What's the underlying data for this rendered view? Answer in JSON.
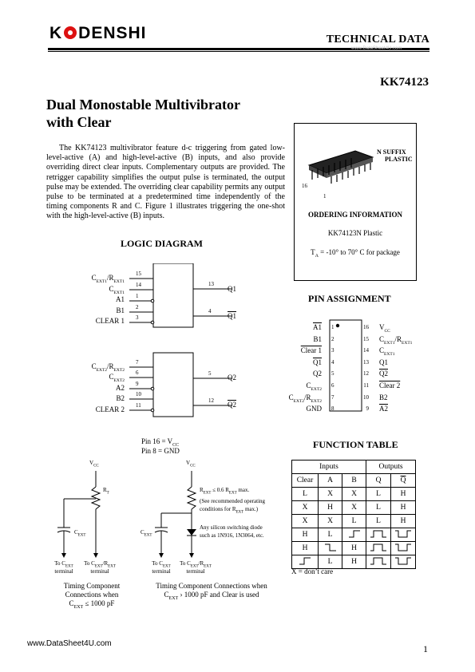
{
  "header": {
    "logo_left": "K",
    "logo_right": "DENSHI",
    "section": "TECHNICAL DATA",
    "watermark": "www.DataSheet4U.com",
    "part_number": "KK74123"
  },
  "title_line1": "Dual Monostable Multivibrator",
  "title_line2": "with Clear",
  "intro": "The KK74123 multivibrator feature d-c triggering from gated low-level-active (A) and high-level-active (B) inputs, and also provide overriding direct clear inputs. Complementary outputs are provided. The retrigger capability simplifies the output pulse is terminated, the output pulse may be extended. The overriding clear capability permits any output pulse to be terminated at a predetermined time independently of the timing components R and C. Figure 1 illustrates triggering the one-shot with the high-level-active (B) inputs.",
  "package": {
    "suffix_line1": "N SUFFIX",
    "suffix_line2": "PLASTIC",
    "pin16": "16",
    "pin1": "1",
    "ordering_title": "ORDERING INFORMATION",
    "ordering_part": "KK74123N Plastic",
    "temp_prefix": "T",
    "temp_sub": "A",
    "temp_text": " = -10° to 70° C for  package"
  },
  "logic_diagram": {
    "title": "LOGIC DIAGRAM",
    "gate1": {
      "labels": [
        "C EXT1/R EXT1",
        "C EXT1",
        "A1",
        "B1",
        "CLEAR 1"
      ],
      "pins_in": [
        "15",
        "14",
        "1",
        "2",
        "3"
      ],
      "pins_out": [
        "13",
        "4"
      ],
      "outputs": [
        "Q1",
        "Q1"
      ]
    },
    "gate2": {
      "labels": [
        "C EXT2/R EXT2",
        "C EXT2",
        "A2",
        "B2",
        "CLEAR 2"
      ],
      "pins_in": [
        "7",
        "6",
        "9",
        "10",
        "11"
      ],
      "pins_out": [
        "5",
        "12"
      ],
      "outputs": [
        "Q2",
        "Q2"
      ]
    },
    "pin_note1": "Pin 16 = V",
    "pin_note1_sub": "CC",
    "pin_note2": "Pin 8 = GND"
  },
  "pin_assignment": {
    "title": "PIN ASSIGNMENT",
    "left": [
      {
        "label": "A1",
        "pin": "1",
        "bar": true
      },
      {
        "label": "B1",
        "pin": "2",
        "bar": false
      },
      {
        "label": "Clear 1",
        "pin": "3",
        "bar": true
      },
      {
        "label": "Q1",
        "pin": "4",
        "bar": true
      },
      {
        "label": "Q2",
        "pin": "5",
        "bar": false
      },
      {
        "label": "CEXT2",
        "pin": "6",
        "bar": false
      },
      {
        "label": "CEXT2/REXT2",
        "pin": "7",
        "bar": false
      },
      {
        "label": "GND",
        "pin": "8",
        "bar": false
      }
    ],
    "right": [
      {
        "label": "VCC",
        "pin": "16",
        "bar": false
      },
      {
        "label": "CEXT1/REXT1",
        "pin": "15",
        "bar": false
      },
      {
        "label": "CEXT1",
        "pin": "14",
        "bar": false
      },
      {
        "label": "Q1",
        "pin": "13",
        "bar": false
      },
      {
        "label": "Q2",
        "pin": "12",
        "bar": true
      },
      {
        "label": "Clear 2",
        "pin": "11",
        "bar": true
      },
      {
        "label": "B2",
        "pin": "10",
        "bar": false
      },
      {
        "label": "A2",
        "pin": "9",
        "bar": true
      }
    ]
  },
  "function_table": {
    "title": "FUNCTION TABLE",
    "group_inputs": "Inputs",
    "group_outputs": "Outputs",
    "headers": [
      "Clear",
      "A",
      "B",
      "Q",
      "Q"
    ],
    "rows": [
      [
        "L",
        "X",
        "X",
        "L",
        "H"
      ],
      [
        "X",
        "H",
        "X",
        "L",
        "H"
      ],
      [
        "X",
        "X",
        "L",
        "L",
        "H"
      ],
      [
        "H",
        "L",
        "rise",
        "pulse",
        "npulse"
      ],
      [
        "H",
        "fall",
        "H",
        "pulse",
        "npulse"
      ],
      [
        "rise",
        "L",
        "H",
        "pulse",
        "npulse"
      ]
    ],
    "note": "X = don’t care"
  },
  "timing": {
    "vcc": "V",
    "vcc_sub": "CC",
    "rt": "R",
    "rt_sub": "T",
    "cext": "C",
    "cext_sub": "EXT",
    "term_left1": "To C",
    "term_left1_sub": "EXT",
    "term_left2": "terminal",
    "term_right1": "To C",
    "term_right1_sub": "EXT",
    "term_right1_mid": "/R",
    "term_right1_sub2": "EXT",
    "term_right2": "terminal",
    "fig1_caption1": "Timing Component",
    "fig1_caption2": "Connections when",
    "fig1_caption3": "C",
    "fig1_caption3_sub": "EXT",
    "fig1_caption3_end": " ≤ 1000 pF",
    "fig2_note1": "R",
    "fig2_note1_sub": "EXT",
    "fig2_note1_end": " ≤ 0.6 R",
    "fig2_note1_sub2": "EXT",
    "fig2_note1_end2": " max.",
    "fig2_note2": "(See recommended operating",
    "fig2_note3": "conditions for R",
    "fig2_note3_sub": "EXT",
    "fig2_note3_end": " max.)",
    "fig2_note4": "Any silicon switching diode",
    "fig2_note5": "such as 1N916, 1N3064, etc.",
    "fig2_caption1": "Timing Component Connections when",
    "fig2_caption2": "C",
    "fig2_caption2_sub": "EXT",
    "fig2_caption2_end": " › 1000 pF and Clear is used"
  },
  "footer": {
    "site": "www.DataSheet4U.com",
    "page": "1"
  }
}
